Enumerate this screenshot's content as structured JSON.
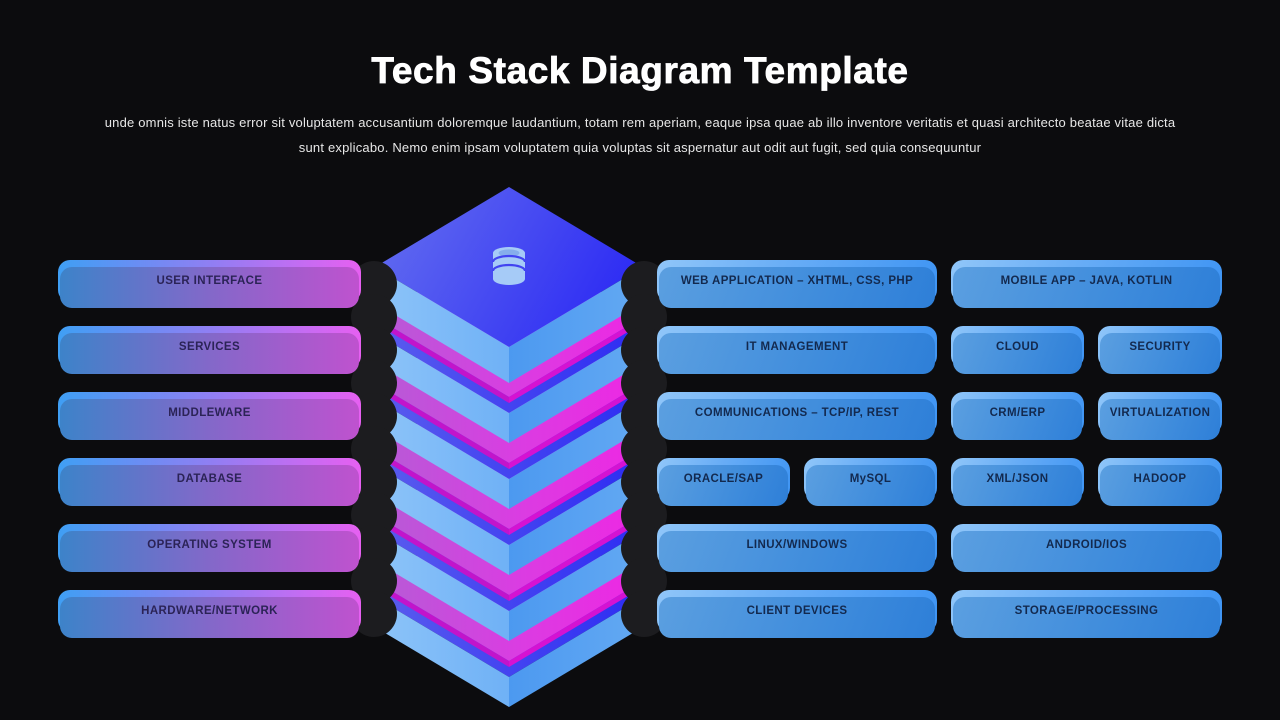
{
  "slide": {
    "title": "Tech Stack Diagram Template",
    "subtitle_line1": "unde omnis iste natus error sit voluptatem accusantium doloremque laudantium, totam rem aperiam, eaque ipsa quae ab illo inventore veritatis et quasi architecto beatae vitae dicta",
    "subtitle_line2": "sunt explicabo. Nemo enim ipsam voluptatem quia voluptas sit aspernatur aut odit aut fugit, sed quia consequuntur"
  },
  "left_stack": {
    "items": [
      {
        "label": "USER INTERFACE"
      },
      {
        "label": "SERVICES"
      },
      {
        "label": "MIDDLEWARE"
      },
      {
        "label": "DATABASE"
      },
      {
        "label": "OPERATING SYSTEM"
      },
      {
        "label": "HARDWARE/NETWORK"
      }
    ]
  },
  "right_grid": {
    "rows": [
      {
        "pills": [
          {
            "label": "WEB APPLICATION – XHTML, CSS, PHP"
          },
          {
            "label": "MOBILE APP – JAVA, KOTLIN"
          }
        ]
      },
      {
        "pills": [
          {
            "label": "IT MANAGEMENT"
          },
          {
            "label": "CLOUD"
          },
          {
            "label": "SECURITY"
          }
        ]
      },
      {
        "pills": [
          {
            "label": "COMMUNICATIONS – TCP/IP, REST"
          },
          {
            "label": "CRM/ERP"
          },
          {
            "label": "VIRTUALIZATION"
          }
        ]
      },
      {
        "pills": [
          {
            "label": "ORACLE/SAP"
          },
          {
            "label": "MySQL"
          },
          {
            "label": "XML/JSON"
          },
          {
            "label": "HADOOP"
          }
        ]
      },
      {
        "pills": [
          {
            "label": "LINUX/WINDOWS"
          },
          {
            "label": "ANDROID/IOS"
          }
        ]
      },
      {
        "pills": [
          {
            "label": "CLIENT DEVICES"
          },
          {
            "label": "STORAGE/PROCESSING"
          }
        ]
      }
    ]
  },
  "stack_graphic": {
    "icon": "database-icon",
    "layer_count": 6,
    "colors": {
      "top_face_start": "#606af0",
      "top_face_end": "#2926f4",
      "indigo_sliver_start": "#5a5cee",
      "indigo_sliver_end": "#2d2cf3",
      "magenta_start": "#b55cd6",
      "magenta_end": "#ee27e3",
      "magenta_front_left": "#c214cb",
      "magenta_front_right": "#d512d2",
      "front_left_light": "#8dc4f9",
      "front_right_blue": "#4c99f0",
      "db_icon": "#a6cbf7",
      "connector_node": "#1c1c1f"
    }
  },
  "theme": {
    "background": "#0c0c0e",
    "title_color": "#ffffff",
    "subtitle_color": "#e7e7e7",
    "left_pill_gradient_start": "#3f9ff4",
    "left_pill_gradient_end": "#e660f1",
    "right_pill_gradient_start": "#90c6f9",
    "right_pill_gradient_end": "#3e94f3",
    "left_pill_text": "#2b2356",
    "right_pill_text": "#13294e"
  }
}
